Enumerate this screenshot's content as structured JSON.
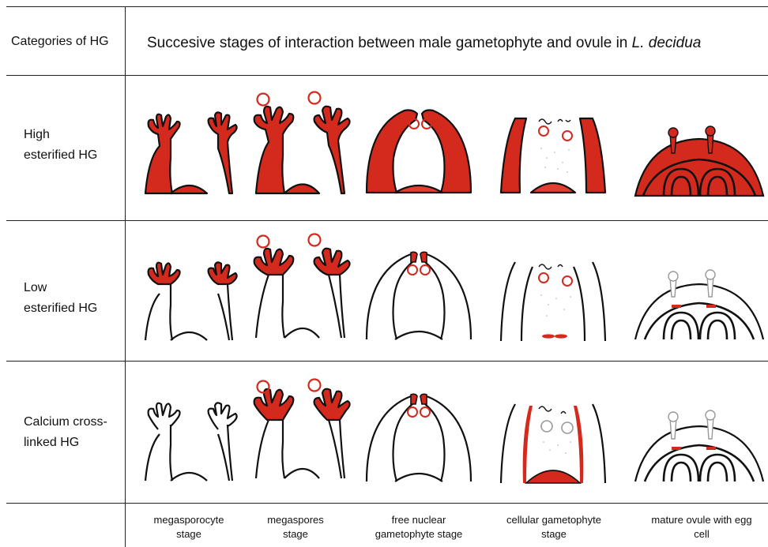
{
  "header": {
    "categories_title": "Categories of HG",
    "title_prefix": "Succesive stages of interaction between  male gametophyte  and ovule in ",
    "title_species": "L. decidua"
  },
  "rows": [
    {
      "label_line1": "High",
      "label_line2": "esterified HG"
    },
    {
      "label_line1": "Low",
      "label_line2": "esterified HG"
    },
    {
      "label_line1": "Calcium cross-",
      "label_line2": "linked HG"
    }
  ],
  "stages": [
    {
      "line1": "megasporocyte",
      "line2": "stage"
    },
    {
      "line1": "megaspores",
      "line2": "stage"
    },
    {
      "line1": "free nuclear",
      "line2": "gametophyte stage"
    },
    {
      "line1": "cellular gametophyte",
      "line2": "stage"
    },
    {
      "line1": "mature ovule with egg",
      "line2": "cell"
    }
  ],
  "colors": {
    "stain": "#d42a1e",
    "outline": "#111111",
    "grid": "#222222"
  }
}
